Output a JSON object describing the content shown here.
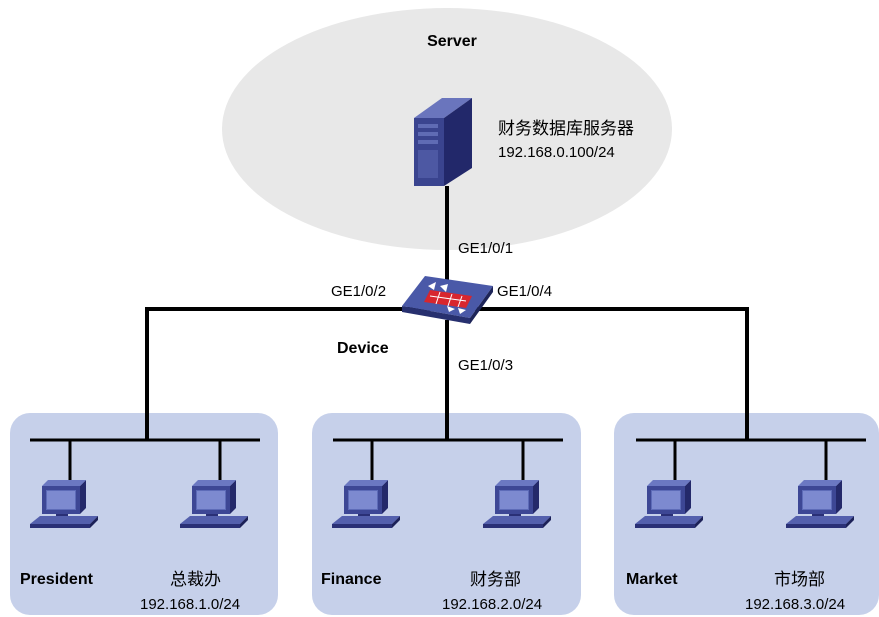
{
  "server": {
    "zone_label": "Server",
    "name": "财务数据库服务器",
    "ip": "192.168.0.100/24"
  },
  "device": {
    "label": "Device",
    "ports": {
      "ge1": "GE1/0/1",
      "ge2": "GE1/0/2",
      "ge3": "GE1/0/3",
      "ge4": "GE1/0/4"
    }
  },
  "departments": [
    {
      "name_en": "President",
      "name_cn": "总裁办",
      "subnet": "192.168.1.0/24"
    },
    {
      "name_en": "Finance",
      "name_cn": "财务部",
      "subnet": "192.168.2.0/24"
    },
    {
      "name_en": "Market",
      "name_cn": "市场部",
      "subnet": "192.168.3.0/24"
    }
  ],
  "colors": {
    "server_zone": "#e8e8e8",
    "lan_zone": "#c6d0ea",
    "device_blue": "#3f4f9c",
    "device_red": "#d8262e",
    "line": "#000000"
  },
  "icons": {
    "server": "server-tower-icon",
    "device": "firewall-switch-icon",
    "pc": "desktop-pc-icon"
  }
}
